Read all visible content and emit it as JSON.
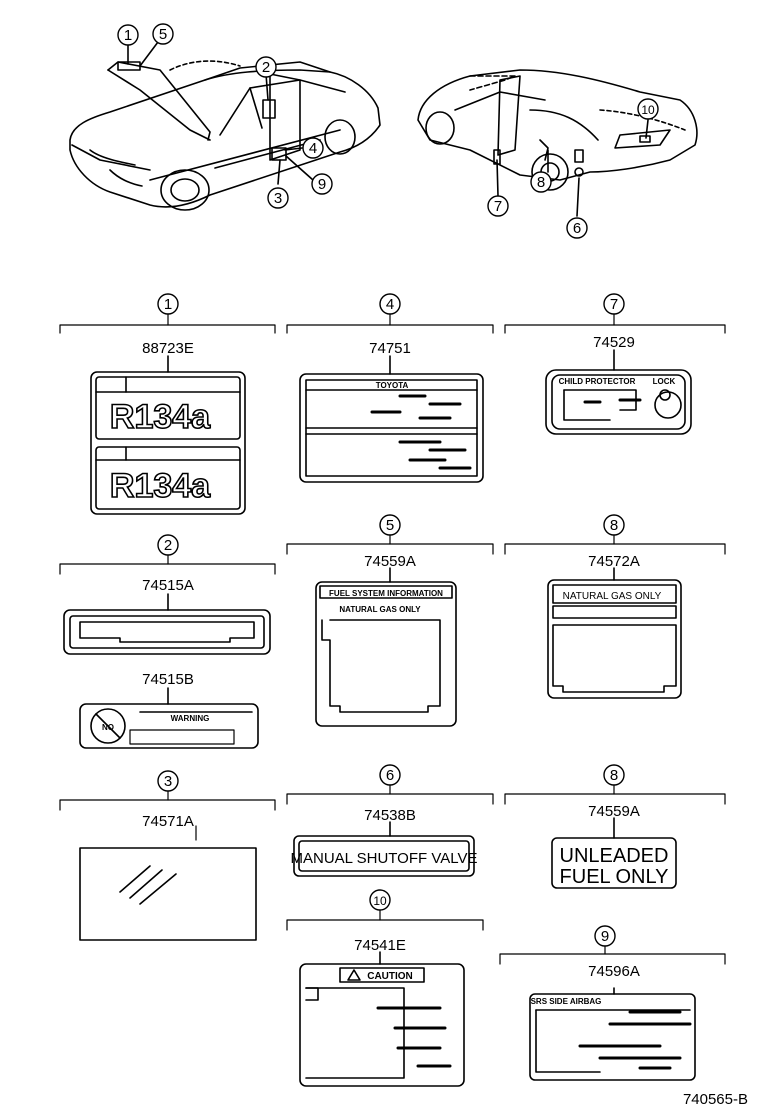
{
  "drawing_id": "740565-B",
  "callouts": {
    "c1": "1",
    "c2": "2",
    "c3": "3",
    "c4": "4",
    "c5": "5",
    "c6": "6",
    "c7": "7",
    "c8": "8",
    "c9": "9",
    "c10": "10"
  },
  "sections": [
    {
      "id": "1",
      "part": "88723E",
      "text_a": "R134a",
      "text_b": "R134a"
    },
    {
      "id": "4",
      "part": "74751",
      "header": "TOYOTA"
    },
    {
      "id": "7",
      "part": "74529",
      "header": "CHILD PROTECTOR",
      "header2": "LOCK"
    },
    {
      "id": "2",
      "part_a": "74515A",
      "part_b": "74515B",
      "warning": "WARNING",
      "no_text": "NO"
    },
    {
      "id": "5",
      "part": "74559A",
      "header": "FUEL SYSTEM INFORMATION",
      "sub": "NATURAL GAS ONLY"
    },
    {
      "id": "8",
      "part": "74572A",
      "header": "NATURAL GAS ONLY"
    },
    {
      "id": "3",
      "part": "74571A"
    },
    {
      "id": "6",
      "part": "74538B",
      "text": "MANUAL SHUTOFF VALVE"
    },
    {
      "id": "8",
      "part": "74559A",
      "line1": "UNLEADED",
      "line2": "FUEL ONLY"
    },
    {
      "id": "10",
      "part": "74541E",
      "header": "CAUTION"
    },
    {
      "id": "9",
      "part": "74596A",
      "header": "SRS SIDE AIRBAG"
    }
  ]
}
